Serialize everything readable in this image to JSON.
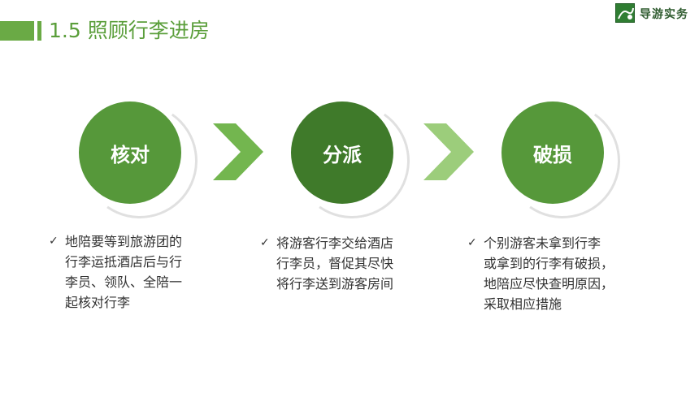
{
  "title": "1.5 照顾行李进房",
  "logo_text": "导游实务",
  "steps": [
    {
      "label": "核对",
      "color": "#56983a"
    },
    {
      "label": "分派",
      "color": "#3f7a2a"
    },
    {
      "label": "破损",
      "color": "#56983a"
    }
  ],
  "arrow_colors": [
    "#73b64f",
    "#9ccd7b"
  ],
  "descriptions": [
    {
      "check": "✓",
      "lines": [
        "地陪要等到旅游团的",
        "行李运抵酒店后与行",
        "李员、领队、全陪一",
        "起核对行李"
      ]
    },
    {
      "check": "✓",
      "lines": [
        "将游客行李交给酒店",
        "行李员，督促其尽快",
        "将行李送到游客房间"
      ]
    },
    {
      "check": "✓",
      "lines": [
        "个别游客未拿到行李",
        "或拿到的行李有破损，",
        "地陪应尽快查明原因，",
        "采取相应措施"
      ]
    }
  ]
}
